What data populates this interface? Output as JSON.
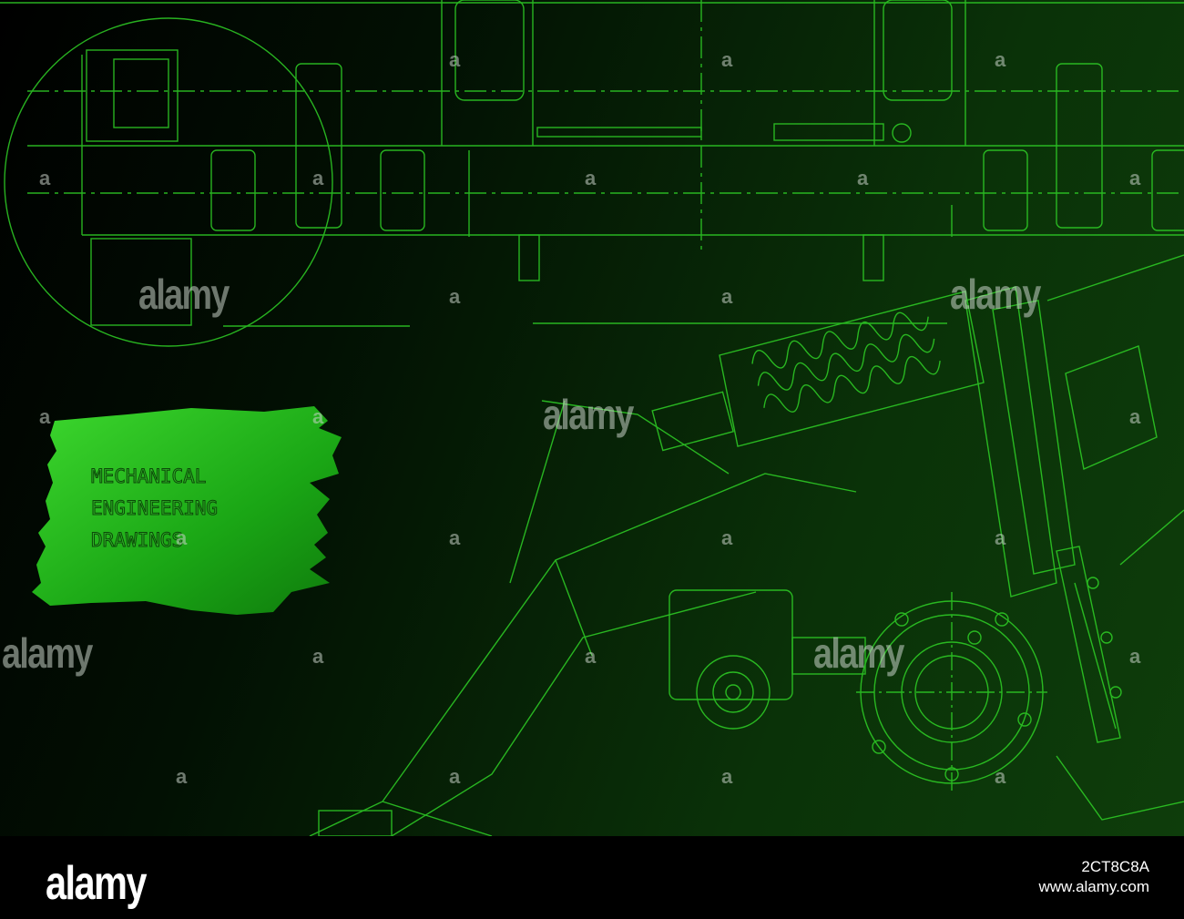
{
  "artwork": {
    "title_lines": [
      "MECHANICAL",
      "ENGINEERING",
      "DRAWINGS"
    ],
    "line_color": "#2fd026",
    "paint_color": "#22c41e"
  },
  "watermarks": {
    "large": "alamy",
    "small": "a"
  },
  "footer": {
    "logo": "alamy",
    "image_id": "2CT8C8A",
    "site": "www.alamy.com"
  }
}
